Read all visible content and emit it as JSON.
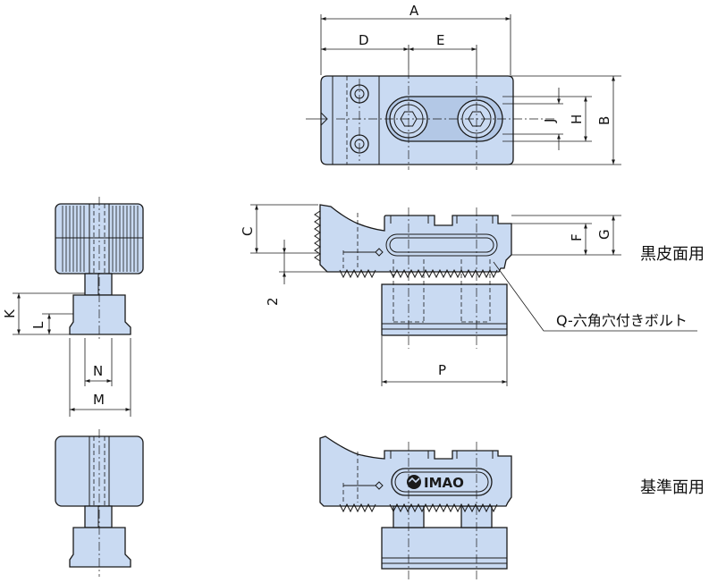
{
  "dimensions": {
    "A": "A",
    "B": "B",
    "C": "C",
    "D": "D",
    "E": "E",
    "F": "F",
    "G": "G",
    "H": "H",
    "J": "J",
    "K": "K",
    "L": "L",
    "M": "M",
    "N": "N",
    "P": "P",
    "two": "2"
  },
  "callouts": {
    "bolt": "Q-六角穴付きボルト",
    "black_surface": "黒皮面用",
    "reference_surface": "基準面用"
  },
  "logo": {
    "text": "IMAO"
  }
}
